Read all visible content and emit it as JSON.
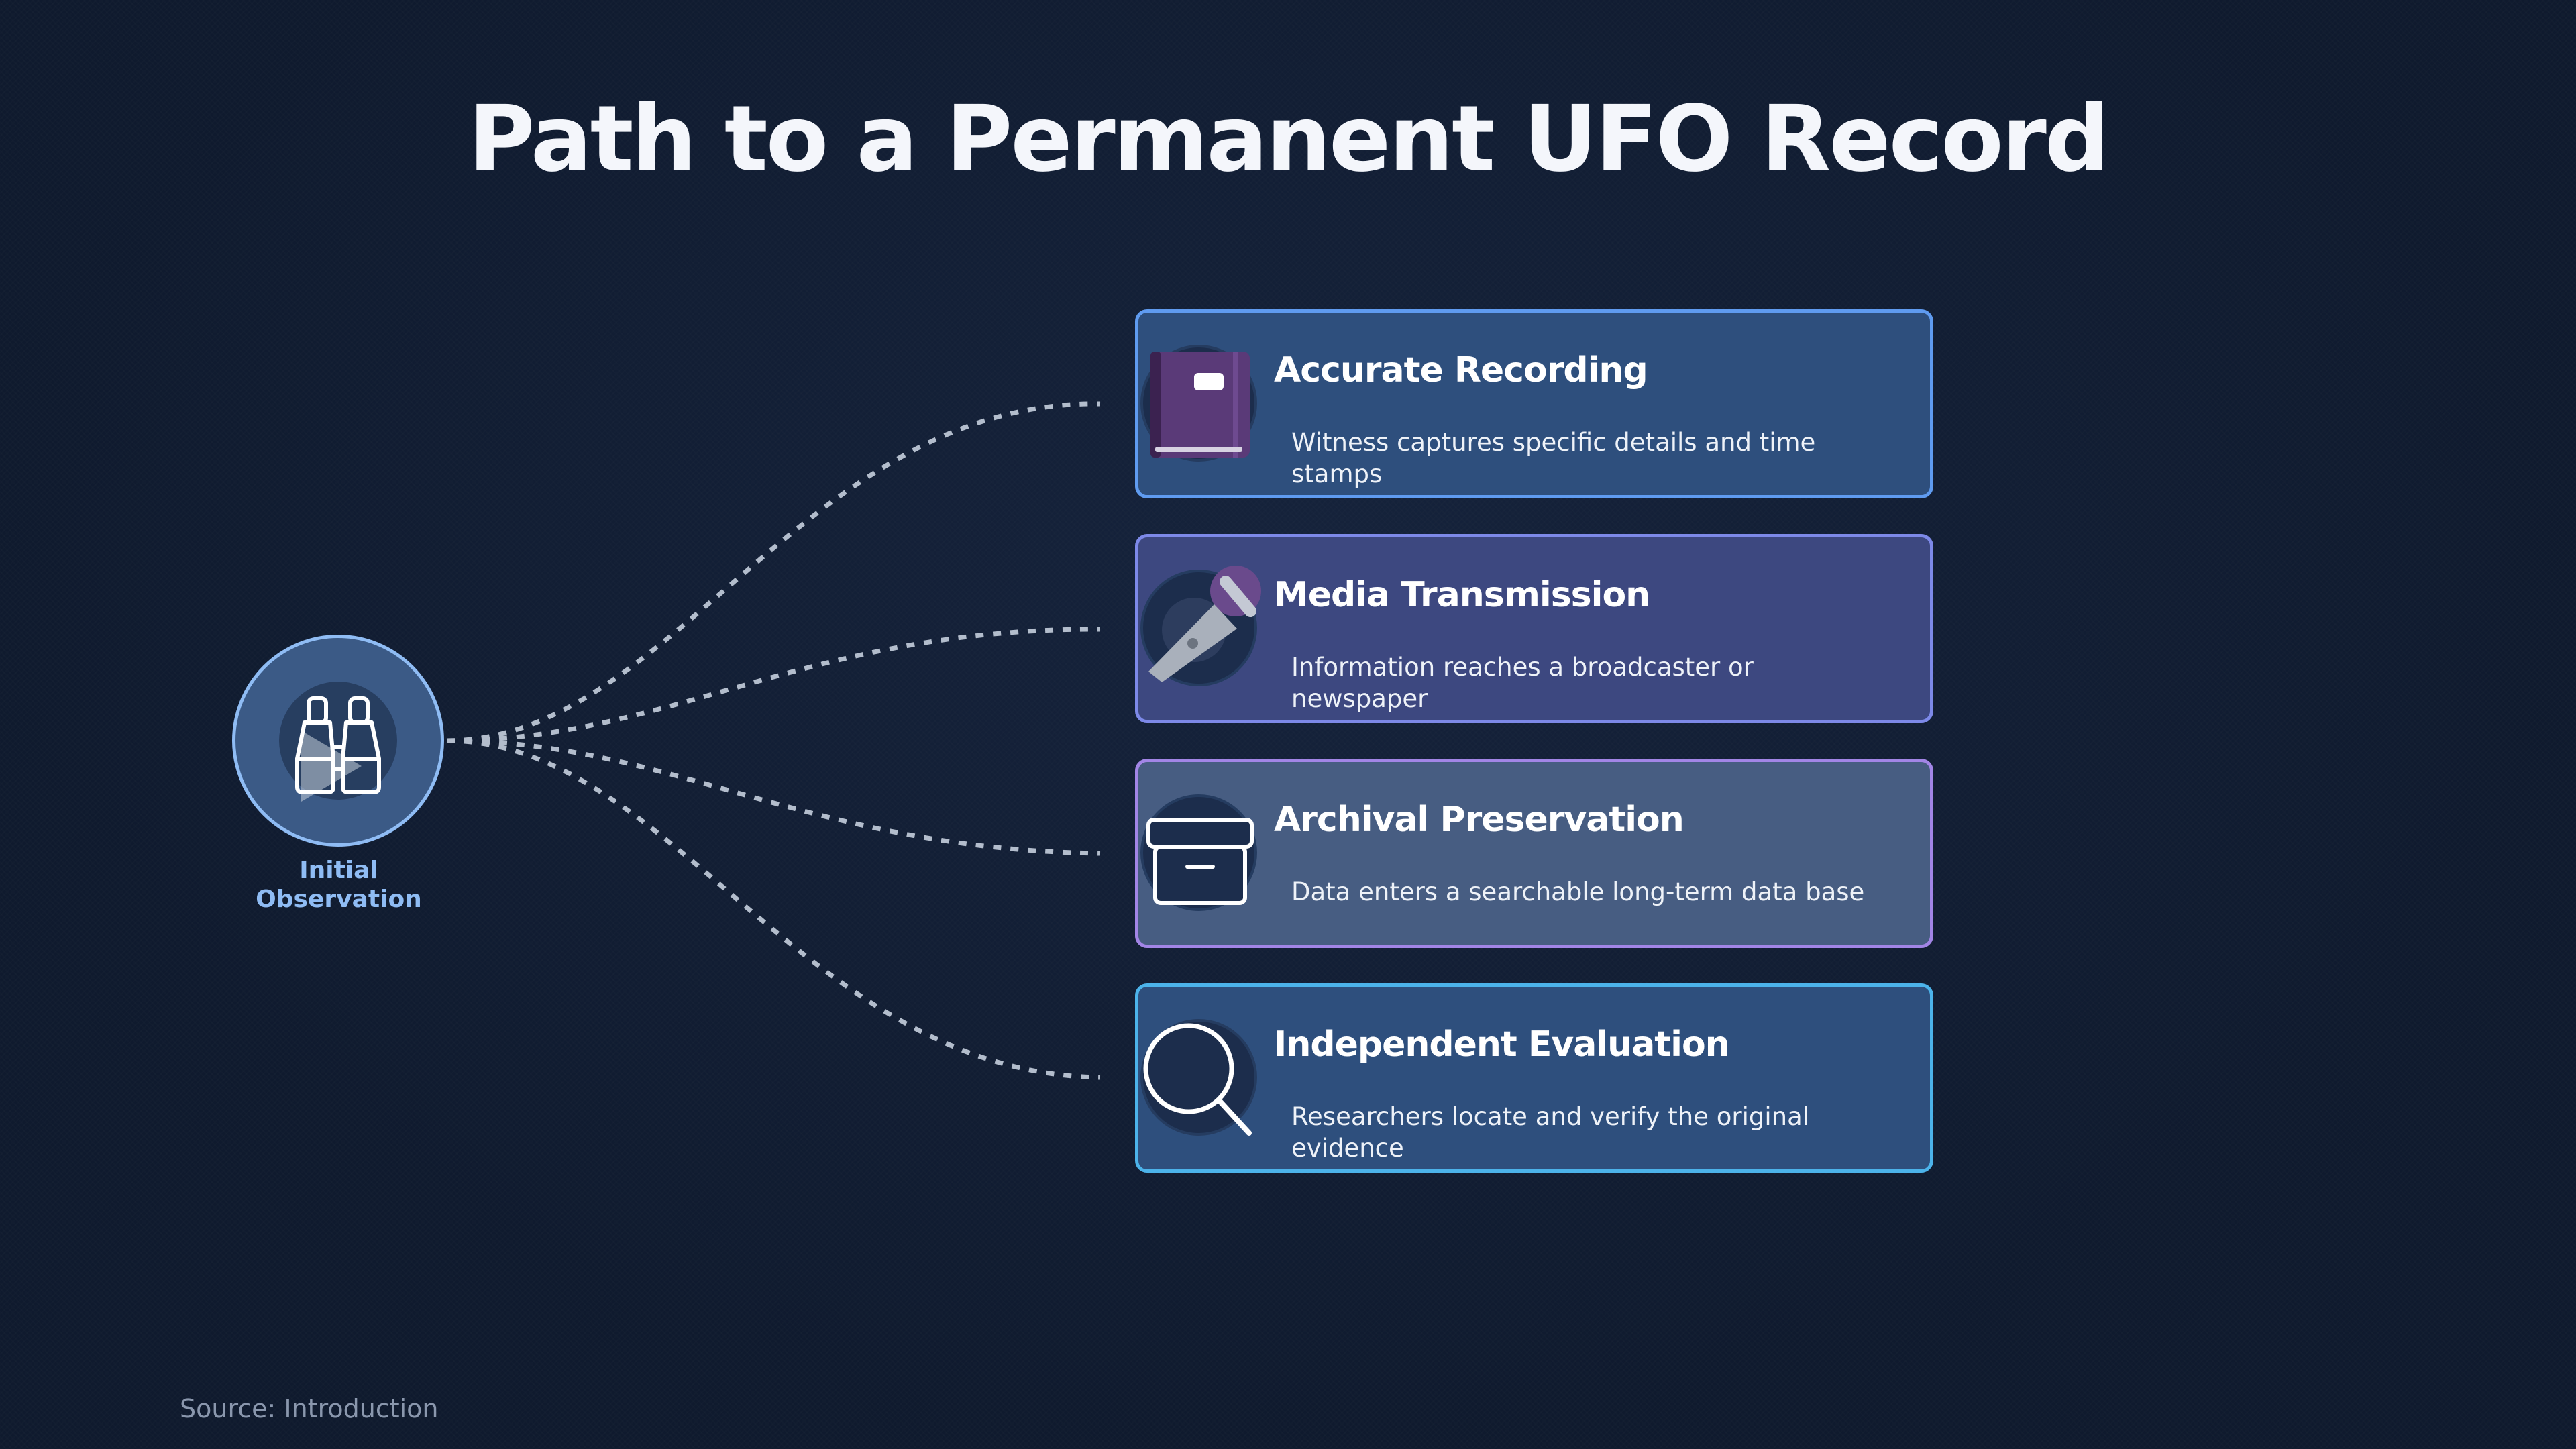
{
  "title": "Path to a Permanent UFO Record",
  "origin": {
    "label": "Initial Observation",
    "icon": "binoculars-icon",
    "accent": "#8fbcf4"
  },
  "steps": [
    {
      "title": "Accurate Recording",
      "description": "Witness captures specific details and time stamps",
      "icon": "notebook-icon",
      "fill": "#2e4f7d",
      "border": "#5f9bf0"
    },
    {
      "title": "Media Transmission",
      "description": "Information reaches a broadcaster or newspaper",
      "icon": "microphone-icon",
      "fill": "#3d4880",
      "border": "#7d89e8"
    },
    {
      "title": "Archival Preservation",
      "description": "Data enters a searchable long-term data base",
      "icon": "archive-box-icon",
      "fill": "#475d82",
      "border": "#a285e6"
    },
    {
      "title": "Independent Evaluation",
      "description": "Researchers locate and verify the original evidence",
      "icon": "magnifying-glass-icon",
      "fill": "#2e4f7d",
      "border": "#4cb3ea"
    }
  ],
  "source": "Source: Introduction",
  "colors": {
    "background": "#0f1a2e",
    "connector": "#b3bdcc",
    "text": "#ffffff"
  }
}
